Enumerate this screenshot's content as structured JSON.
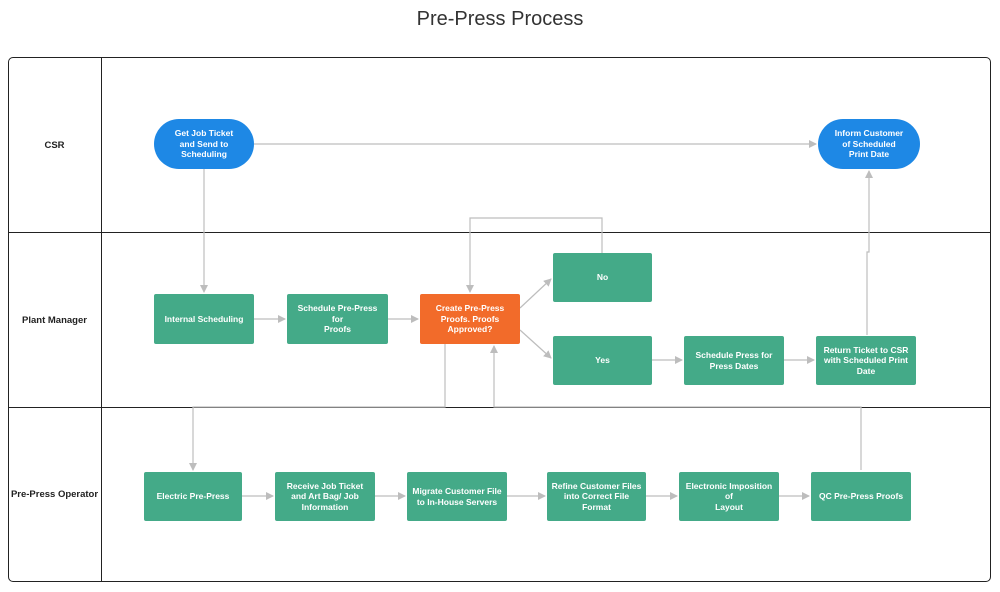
{
  "title": "Pre-Press Process",
  "colors": {
    "process": "#44aa88",
    "terminal": "#1e88e5",
    "decision": "#f26b2a",
    "connector": "#bdbdbd",
    "border": "#222222"
  },
  "lanes": [
    {
      "id": "csr",
      "label": "CSR"
    },
    {
      "id": "plant",
      "label": "Plant Manager"
    },
    {
      "id": "operator",
      "label": "Pre-Press Operator"
    }
  ],
  "nodes": {
    "get_job_ticket": "Get Job Ticket\nand Send to\nScheduling",
    "inform_customer": "Inform Customer\nof Scheduled\nPrint Date",
    "internal_scheduling": "Internal Scheduling",
    "schedule_prepress": "Schedule Pre-Press for\nProofs",
    "create_proofs": "Create Pre-Press\nProofs. Proofs\nApproved?",
    "no": "No",
    "yes": "Yes",
    "schedule_press": "Schedule Press for\nPress Dates",
    "return_ticket": "Return Ticket to CSR\nwith Scheduled Print\nDate",
    "electric_prepress": "Electric Pre-Press",
    "receive_ticket": "Receive Job Ticket\nand Art Bag/ Job\nInformation",
    "migrate_files": "Migrate Customer File\nto In-House Servers",
    "refine_files": "Refine Customer Files\ninto Correct File\nFormat",
    "imposition": "Electronic Imposition\nof\nLayout",
    "qc_proofs": "QC Pre-Press Proofs"
  }
}
